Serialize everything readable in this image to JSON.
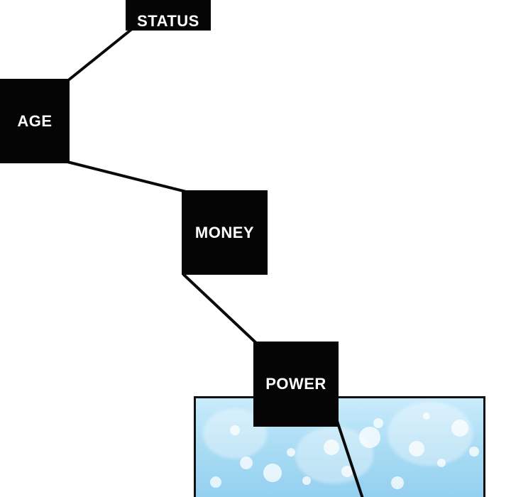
{
  "boxes": {
    "status": "STATUS",
    "age": "AGE",
    "money": "MONEY",
    "power": "POWER"
  },
  "colors": {
    "box_fill": "#050505",
    "text": "#ffffff",
    "connector": "#0a0a0a",
    "panel_sky": "#a9dcf4",
    "background": "#ffffff"
  }
}
